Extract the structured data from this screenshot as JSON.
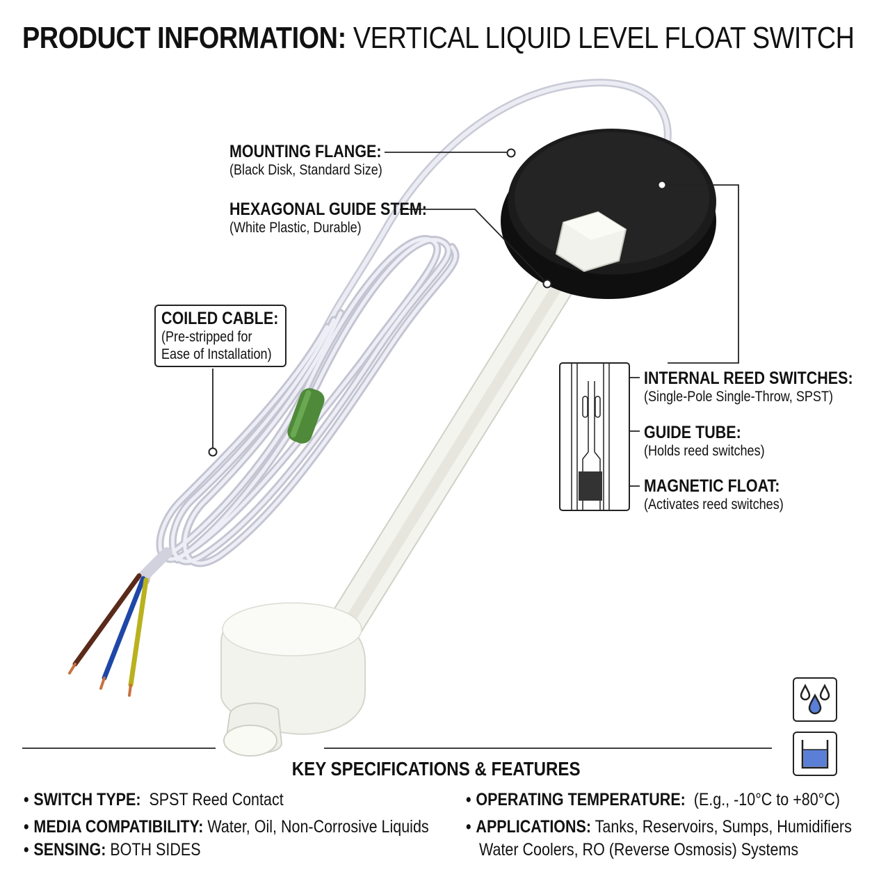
{
  "title": {
    "bold": "PRODUCT INFORMATION:",
    "rest": "VERTICAL LIQUID LEVEL FLOAT SWITCH"
  },
  "callouts": {
    "flange": {
      "heading": "MOUNTING FLANGE:",
      "sub": "(Black Disk, Standard Size)"
    },
    "stem": {
      "heading": "HEXAGONAL GUIDE STEM:",
      "sub": "(White Plastic, Durable)"
    },
    "cable": {
      "heading": "COILED CABLE:",
      "sub1": "(Pre-stripped for",
      "sub2": "Ease of Installation)"
    },
    "reed": {
      "heading": "INTERNAL REED SWITCHES:",
      "sub": "(Single-Pole Single-Throw, SPST)"
    },
    "tube": {
      "heading": "GUIDE TUBE:",
      "sub": "(Holds reed switches)"
    },
    "float": {
      "heading": "MAGNETIC FLOAT:",
      "sub": "(Activates reed switches)"
    }
  },
  "specs": {
    "title": "KEY SPECIFICATIONS & FEATURES",
    "bullet": "•",
    "switch_type": {
      "key": "SWITCH TYPE:",
      "value": "SPST Reed Contact"
    },
    "media": {
      "key": "MEDIA COMPATIBILITY:",
      "value": "Water, Oil, Non-Corrosive Liquids"
    },
    "sensing": {
      "key": "SENSING:",
      "value": "BOTH SIDES"
    },
    "temperature": {
      "key": "OPERATING TEMPERATURE:",
      "value": "(E.g., -10°C to +80°C)"
    },
    "applications": {
      "key": "APPLICATIONS:",
      "value": "Tanks, Reservoirs, Sumps, Humidifiers",
      "value2": "Water Coolers, RO (Reverse Osmosis) Systems"
    }
  },
  "icons": {
    "drops": "water-drops-icon",
    "tank": "tank-level-icon",
    "liquid_color": "#5b7fd6"
  },
  "colors": {
    "flange": "#1b1b1b",
    "cable": "#d9d9e6",
    "band": "#4e8a3a",
    "wire_brown": "#5a2a1a",
    "wire_blue": "#1f47a8",
    "wire_yellow": "#b9b21e"
  }
}
